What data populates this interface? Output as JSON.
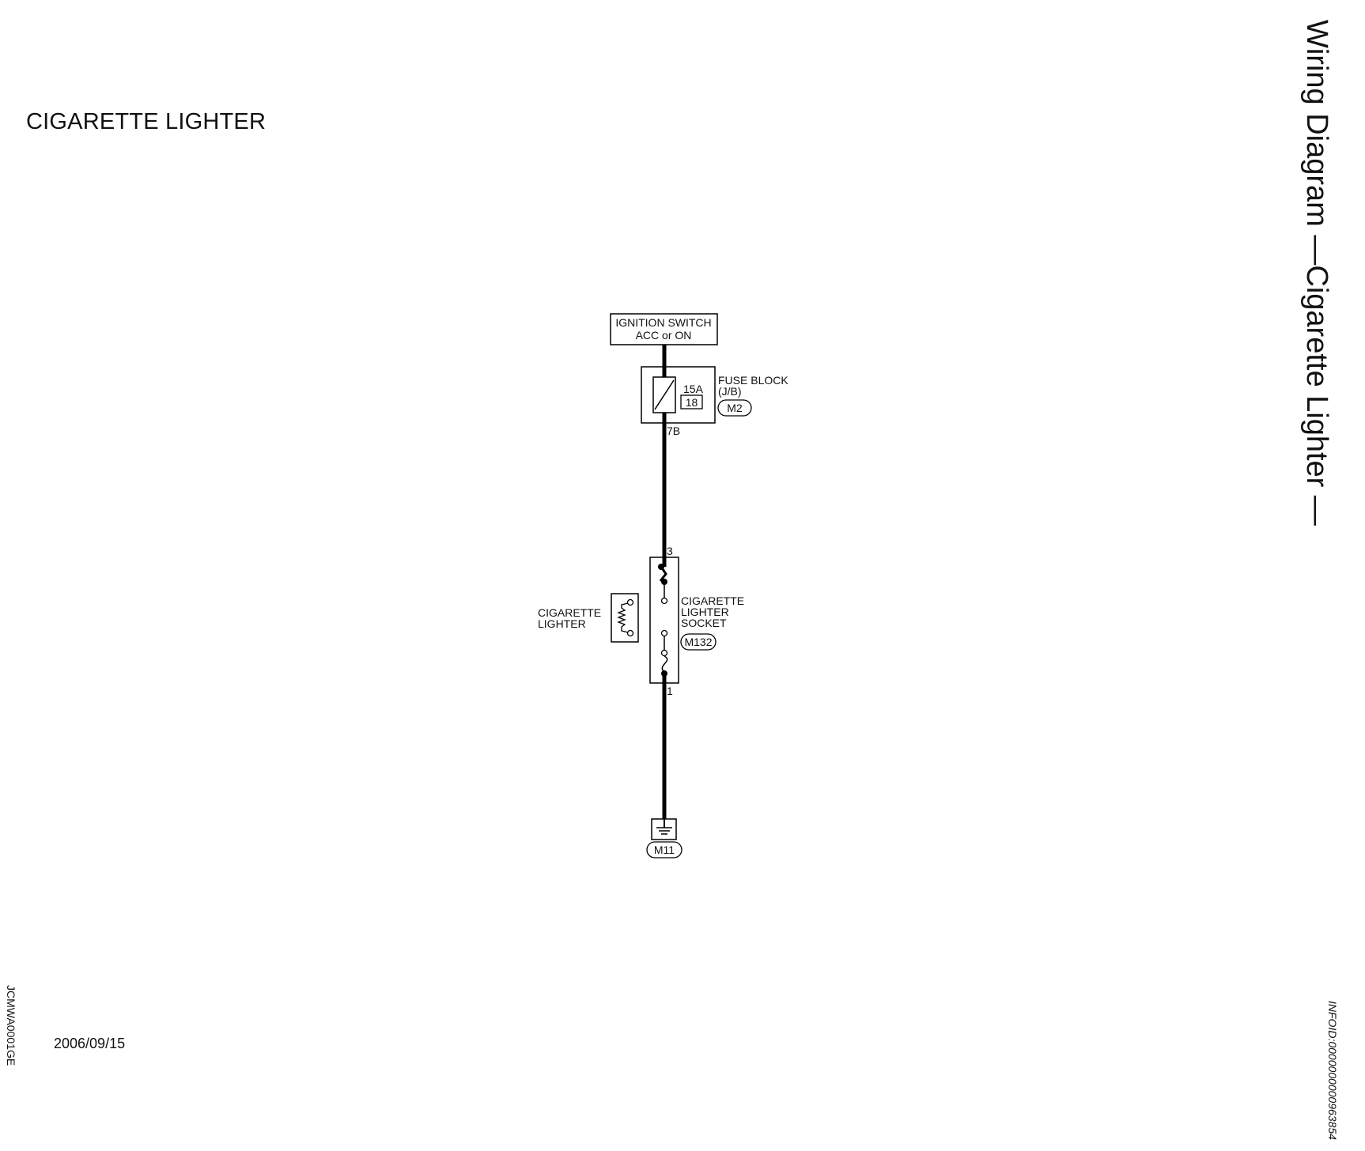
{
  "page": {
    "title": "CIGARETTE LIGHTER",
    "side_title": "Wiring Diagram —Cigarette Lighter —",
    "doc_code": "JCMWA0001GE",
    "date": "2006/09/15",
    "info_id": "INFOID:0000000000963854"
  },
  "diagram": {
    "ignition_switch": {
      "line1": "IGNITION SWITCH",
      "line2": "ACC or ON"
    },
    "fuse_block": {
      "amperage": "15A",
      "fuse_no": "18",
      "name_line1": "FUSE BLOCK",
      "name_line2": "(J/B)",
      "connector": "M2",
      "terminal": "7B"
    },
    "lighter_socket": {
      "name_line1": "CIGARETTE",
      "name_line2": "LIGHTER",
      "name_line3": "SOCKET",
      "connector": "M132",
      "terminal_top": "3",
      "terminal_bottom": "1"
    },
    "lighter": {
      "line1": "CIGARETTE",
      "line2": "LIGHTER"
    },
    "ground": {
      "connector": "M11"
    }
  }
}
